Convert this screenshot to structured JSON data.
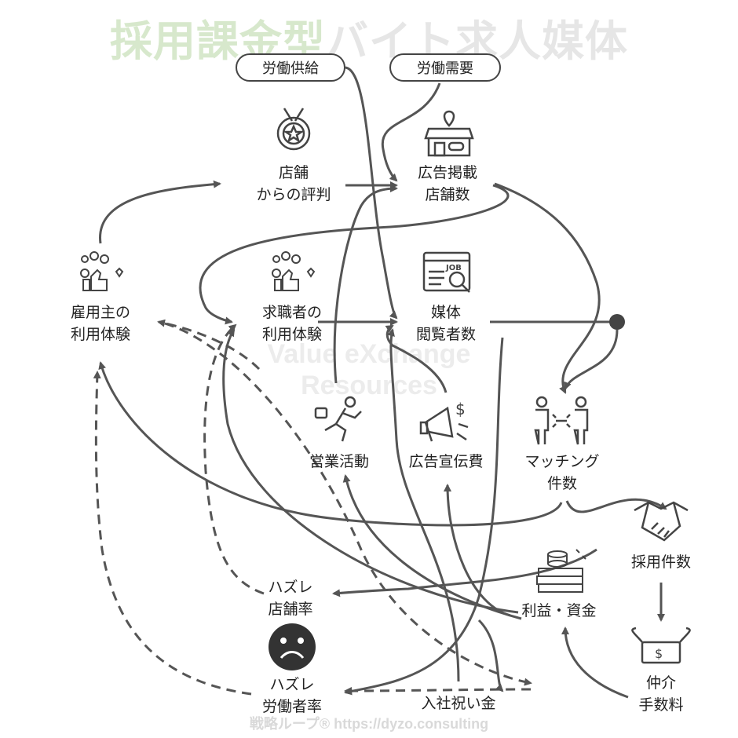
{
  "title": {
    "part1": "採用課金型",
    "part2": "バイト求人媒体"
  },
  "watermark": {
    "line1": "Value eXchange",
    "line2": "Resources"
  },
  "credit": "戦略ループ® https://dyzo.consulting",
  "nodes": {
    "labor_supply": "労働供給",
    "labor_demand": "労働需要",
    "store_reputation": [
      "店舗",
      "からの評判"
    ],
    "listed_stores": [
      "広告掲載",
      "店舗数"
    ],
    "employer_experience": [
      "雇用主の",
      "利用体験"
    ],
    "seeker_experience": [
      "求職者の",
      "利用体験"
    ],
    "media_viewers": [
      "媒体",
      "閲覧者数"
    ],
    "sales_activity": "営業活動",
    "ad_spend": "広告宣伝費",
    "matching_count": [
      "マッチング",
      "件数"
    ],
    "hires": "採用件数",
    "profit_funds": "利益・資金",
    "miss_store_rate": [
      "ハズレ",
      "店舗率"
    ],
    "miss_worker_rate": [
      "ハズレ",
      "労働者率"
    ],
    "join_bonus": "入社祝い金",
    "brokerage_fee": [
      "仲介",
      "手数料"
    ]
  },
  "icons": {
    "medal": "medal-icon",
    "store": "storefront-icon",
    "job_search": "job-search-icon",
    "reactions_employer": "reactions-thumbs-up-icon",
    "reactions_seeker": "reactions-thumbs-up-icon",
    "runner": "running-businessman-icon",
    "megaphone": "megaphone-money-icon",
    "matching": "people-link-icon",
    "handshake": "handshake-icon",
    "money_stack": "money-stack-icon",
    "money_wings": "money-wings-icon",
    "sad_face": "sad-face-icon",
    "job_icon_text": "JOB"
  },
  "colors": {
    "line": "#555555",
    "title_green": "#d7e8cc",
    "title_gray": "#e6e6e6"
  }
}
